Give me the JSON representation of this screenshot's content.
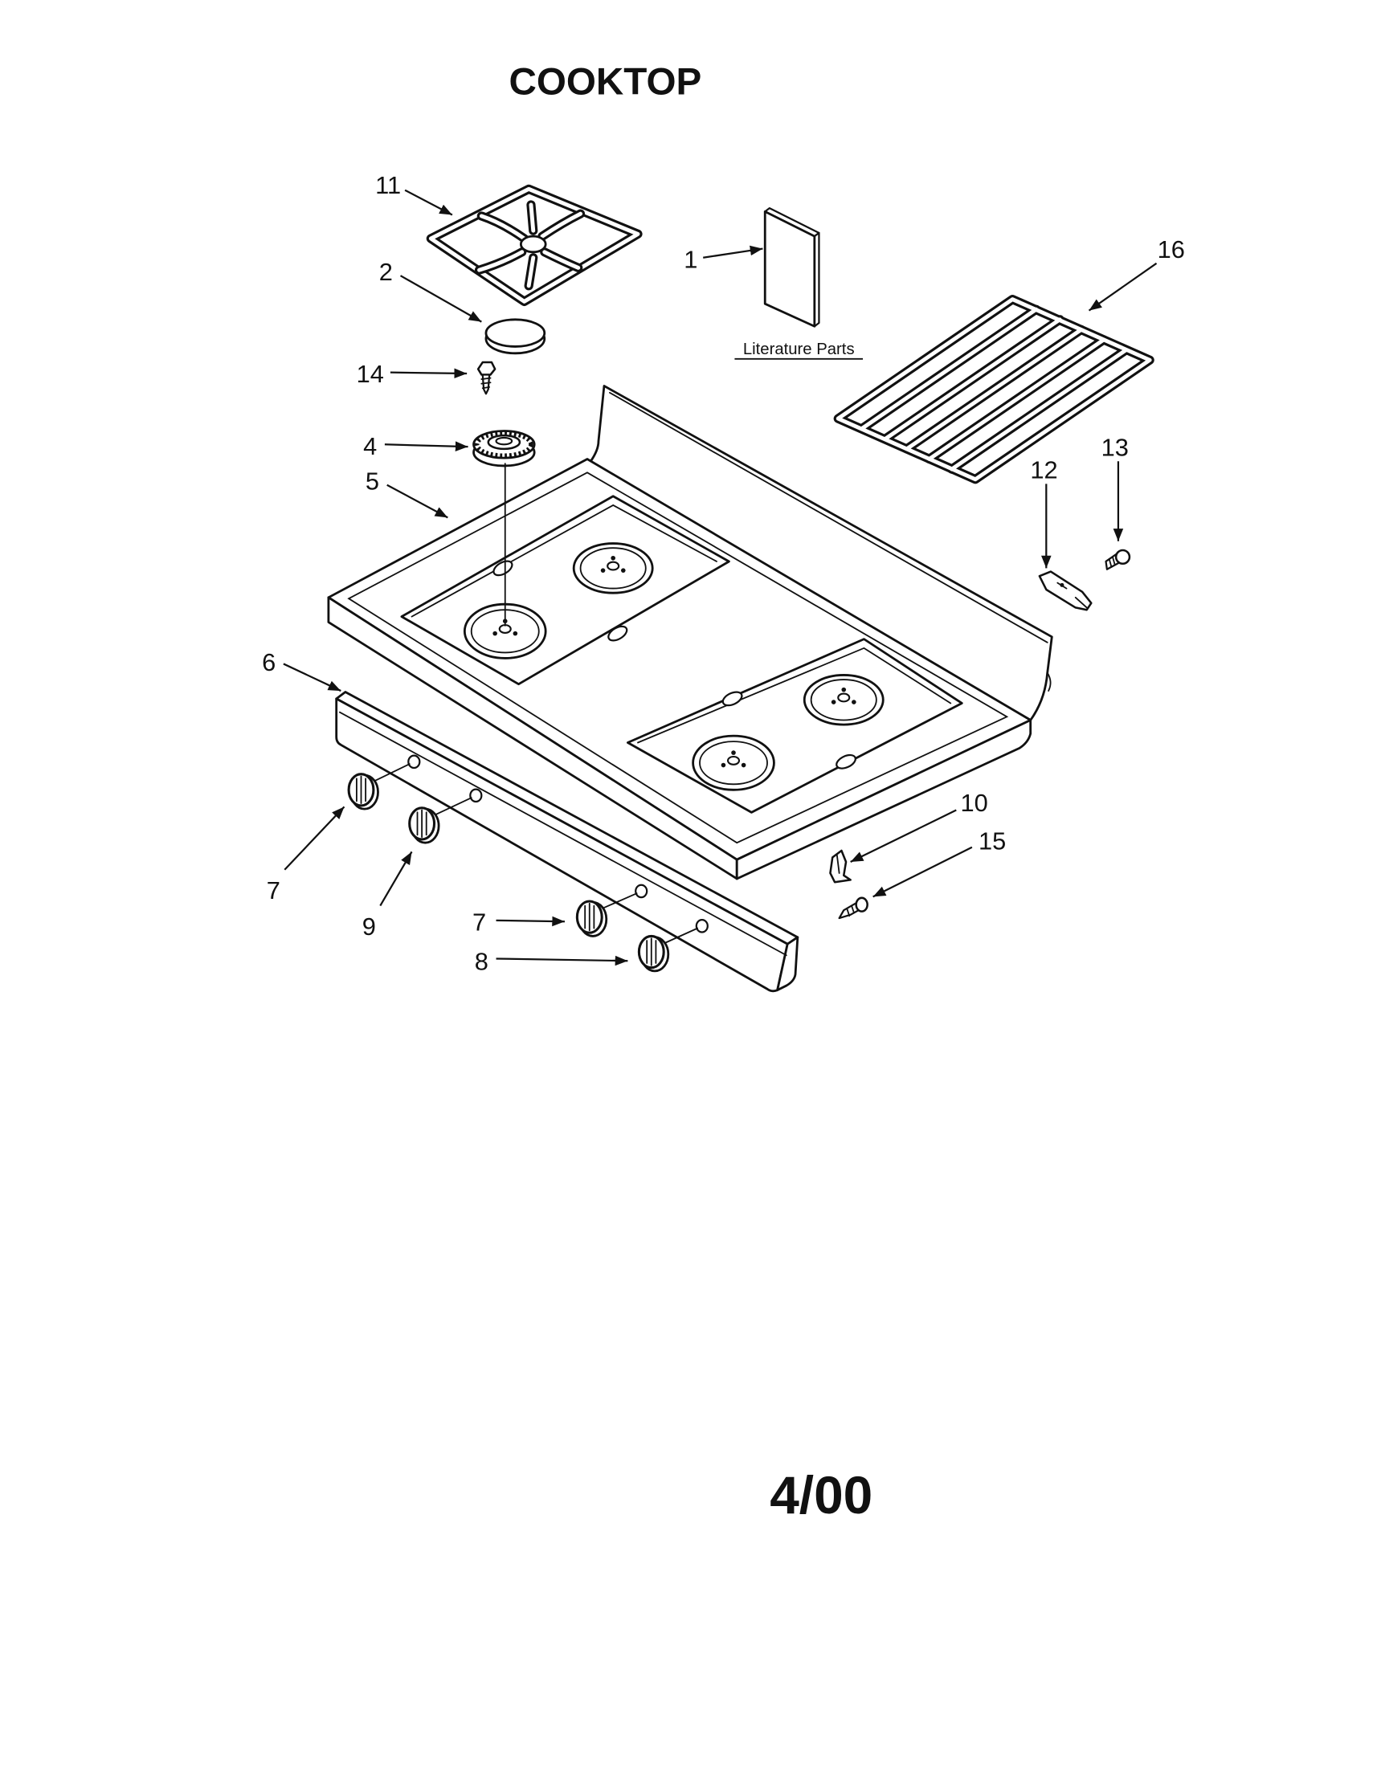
{
  "title": "COOKTOP",
  "callouts": {
    "c11": "11",
    "c2": "2",
    "c14": "14",
    "c4": "4",
    "c5": "5",
    "c1": "1",
    "c16": "16",
    "c12": "12",
    "c13": "13",
    "c6": "6",
    "c7a": "7",
    "c9": "9",
    "c7b": "7",
    "c8": "8",
    "c10": "10",
    "c15": "15"
  },
  "literature_label": "Literature Parts",
  "revision": "4/00"
}
